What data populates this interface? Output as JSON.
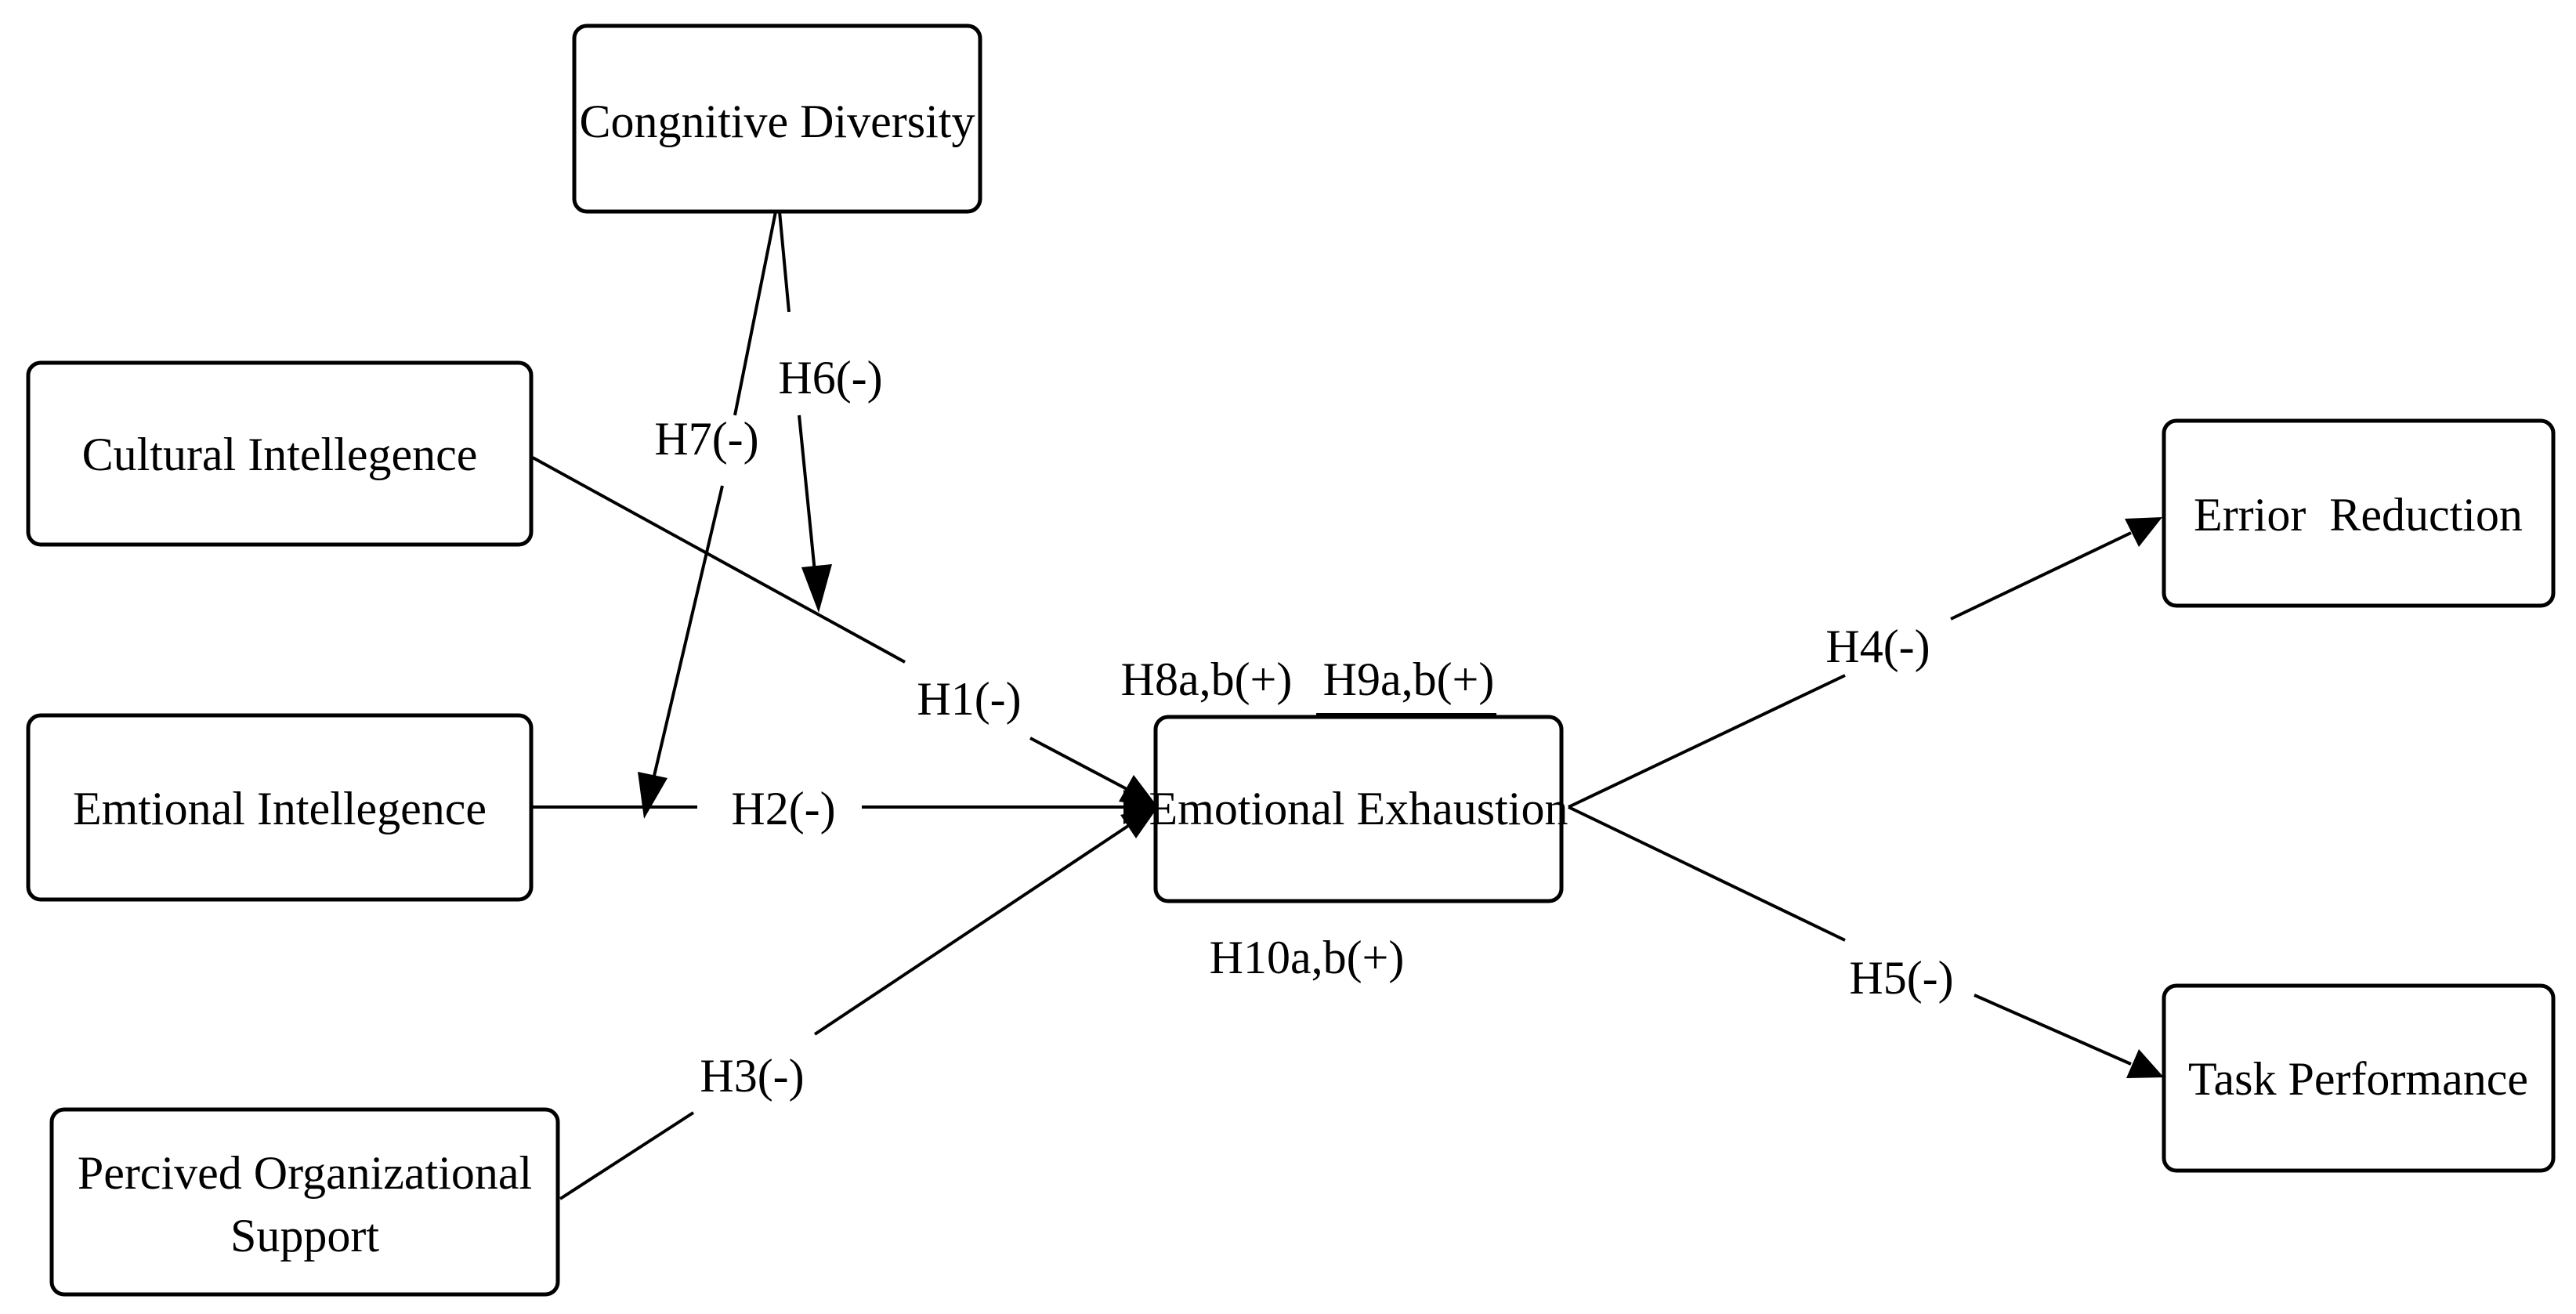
{
  "diagram": {
    "nodes": {
      "congnitive_diversity": "Congnitive Diversity",
      "cultural_intellegence": "Cultural Intellegence",
      "emtional_intellegence": "Emtional Intellegence",
      "percived_support_line1": "Percived Organizational",
      "percived_support_line2": "Support",
      "emotional_exhaustion": "Emotional Exhaustion",
      "error_reduction": "Errior  Reduction",
      "task_performance": "Task Performance"
    },
    "edges": {
      "h1": "H1(-)",
      "h2": "H2(-)",
      "h3": "H3(-)",
      "h4": "H4(-)",
      "h5": "H5(-)",
      "h6": "H6(-)",
      "h7": "H7(-)",
      "h8": "H8a,b(+)",
      "h9": "H9a,b(+)",
      "h10": "H10a,b(+)"
    }
  }
}
